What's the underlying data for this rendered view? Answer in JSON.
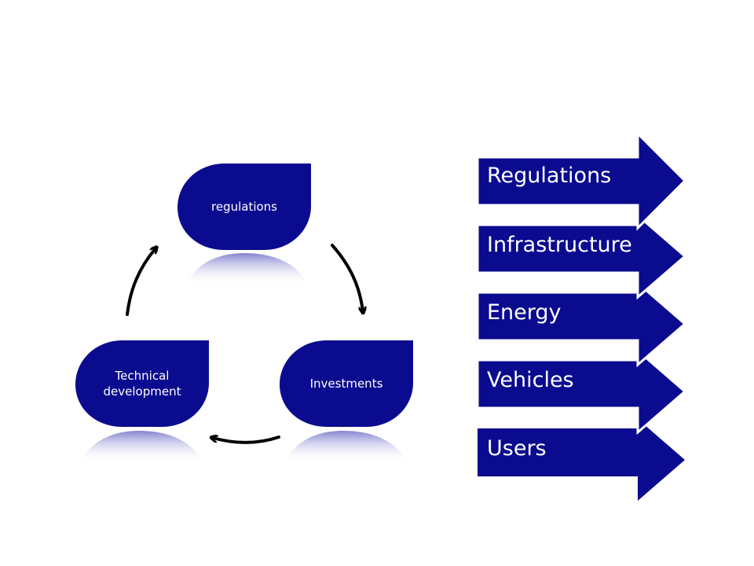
{
  "colors": {
    "shape_fill": "#0b0b8f",
    "text": "#ffffff",
    "cycle_arrow": "#000000"
  },
  "cycle": {
    "nodes": [
      {
        "label": "regulations"
      },
      {
        "label": "Investments"
      },
      {
        "label": "Technical development"
      }
    ]
  },
  "stack": {
    "items": [
      {
        "label": "Regulations"
      },
      {
        "label": "Infrastructure"
      },
      {
        "label": "Energy"
      },
      {
        "label": "Vehicles"
      },
      {
        "label": "Users"
      }
    ]
  }
}
